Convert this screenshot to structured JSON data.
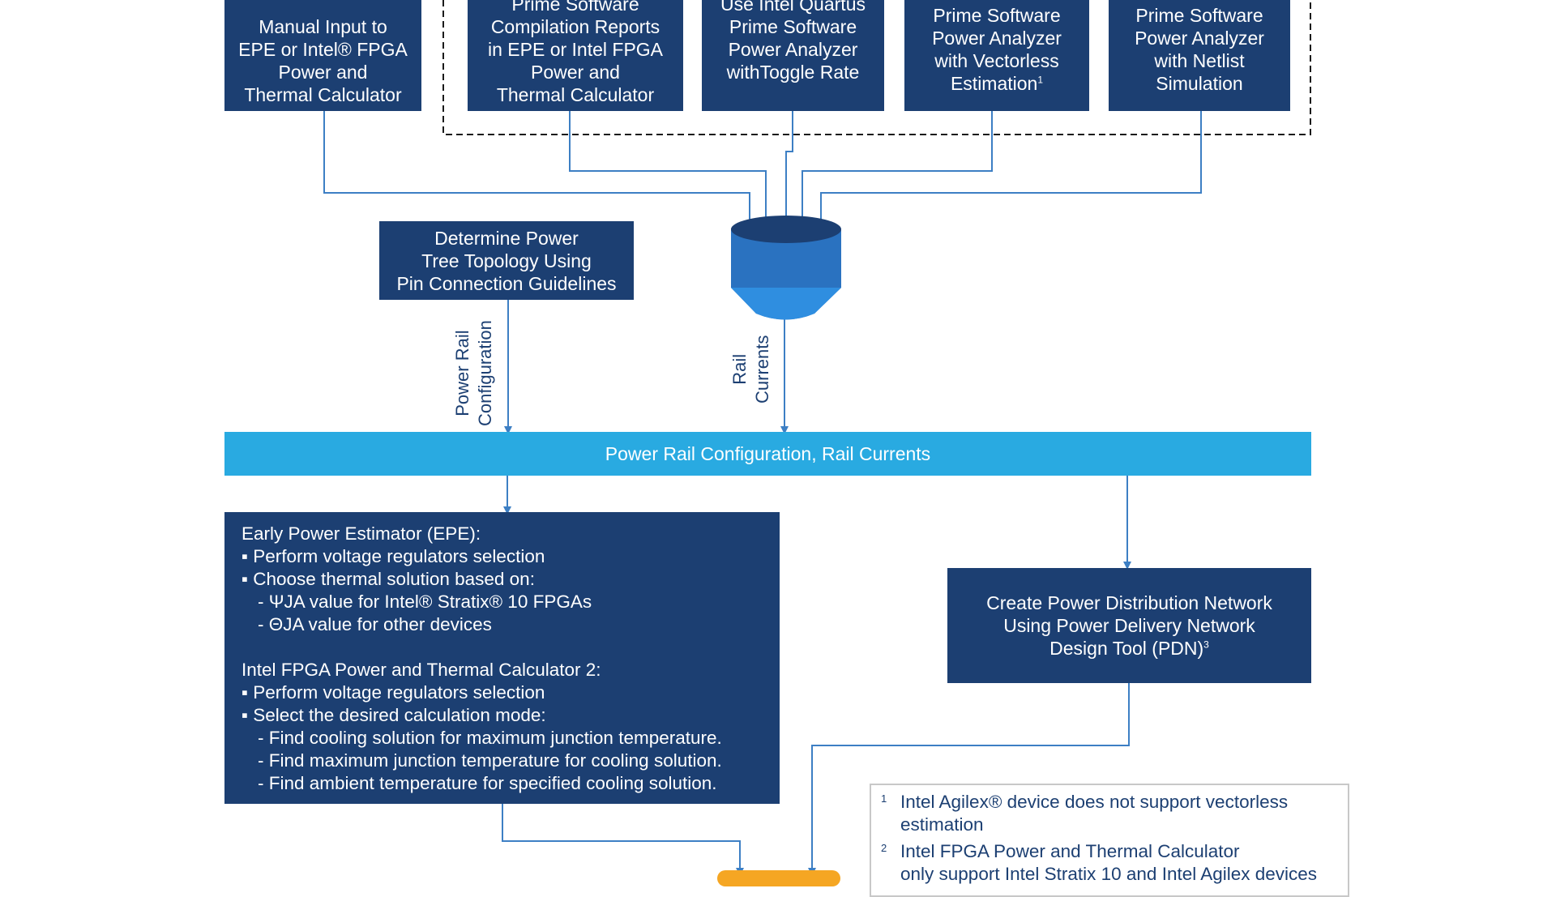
{
  "top_boxes": [
    {
      "lines": [
        "Manual Input to",
        "EPE or Intel® FPGA",
        "Power and",
        "Thermal Calculator"
      ]
    },
    {
      "lines": [
        "Prime Software",
        "Compilation Reports",
        "in EPE or Intel FPGA",
        "Power and",
        "Thermal Calculator"
      ]
    },
    {
      "lines": [
        "Use Intel Quartus",
        "Prime  Software",
        "Power Analyzer",
        "withToggle Rate"
      ]
    },
    {
      "lines": [
        "Prime  Software",
        "Power Analyzer",
        "with Vectorless",
        "Estimation"
      ],
      "sup": "1"
    },
    {
      "lines": [
        "Prime Software",
        "Power Analyzer",
        "with Netlist",
        "Simulation"
      ]
    }
  ],
  "topology_box": {
    "lines": [
      "Determine Power",
      "Tree Topology Using",
      "Pin Connection Guidelines"
    ]
  },
  "label_power_rail": [
    "Power Rail",
    "Configuration"
  ],
  "label_rail_currents": [
    "Rail",
    "Currents"
  ],
  "band": "Power Rail Configuration, Rail Currents",
  "epe_box": {
    "lines": [
      {
        "t": "Early Power Estimator (EPE):",
        "k": "h"
      },
      {
        "t": "▪ Perform voltage regulators selection",
        "k": "b"
      },
      {
        "t": "▪ Choose thermal solution based on:",
        "k": "b"
      },
      {
        "t": "- ΨJA value for Intel® Stratix® 10 FPGAs",
        "k": "s"
      },
      {
        "t": "- ΘJA value for other devices",
        "k": "s"
      },
      {
        "t": "",
        "k": "gap"
      },
      {
        "t": "Intel FPGA Power and Thermal Calculator 2:",
        "k": "h"
      },
      {
        "t": "▪ Perform voltage regulators selection",
        "k": "b"
      },
      {
        "t": "▪ Select the desired calculation mode:",
        "k": "b"
      },
      {
        "t": "- Find cooling solution for maximum junction temperature.",
        "k": "s"
      },
      {
        "t": "- Find maximum junction temperature for cooling solution.",
        "k": "s"
      },
      {
        "t": "- Find ambient temperature for specified cooling solution.",
        "k": "s"
      }
    ]
  },
  "pdn_box": {
    "lines": [
      "Create Power Distribution Network",
      "Using Power Delivery Network",
      "Design Tool (PDN)"
    ],
    "sup": "3"
  },
  "notes": [
    {
      "num": "1",
      "lines": [
        "Intel Agilex® device does not support vectorless",
        "estimation"
      ]
    },
    {
      "num": "2",
      "lines": [
        "Intel FPGA Power and Thermal Calculator",
        "only support Intel Stratix 10 and Intel Agilex devices"
      ]
    }
  ],
  "colors": {
    "navy": "#1c3f72",
    "band": "#29aae1",
    "funnel": "#2a72c0",
    "line": "#3d7fc4",
    "accent": "#f5a623"
  }
}
